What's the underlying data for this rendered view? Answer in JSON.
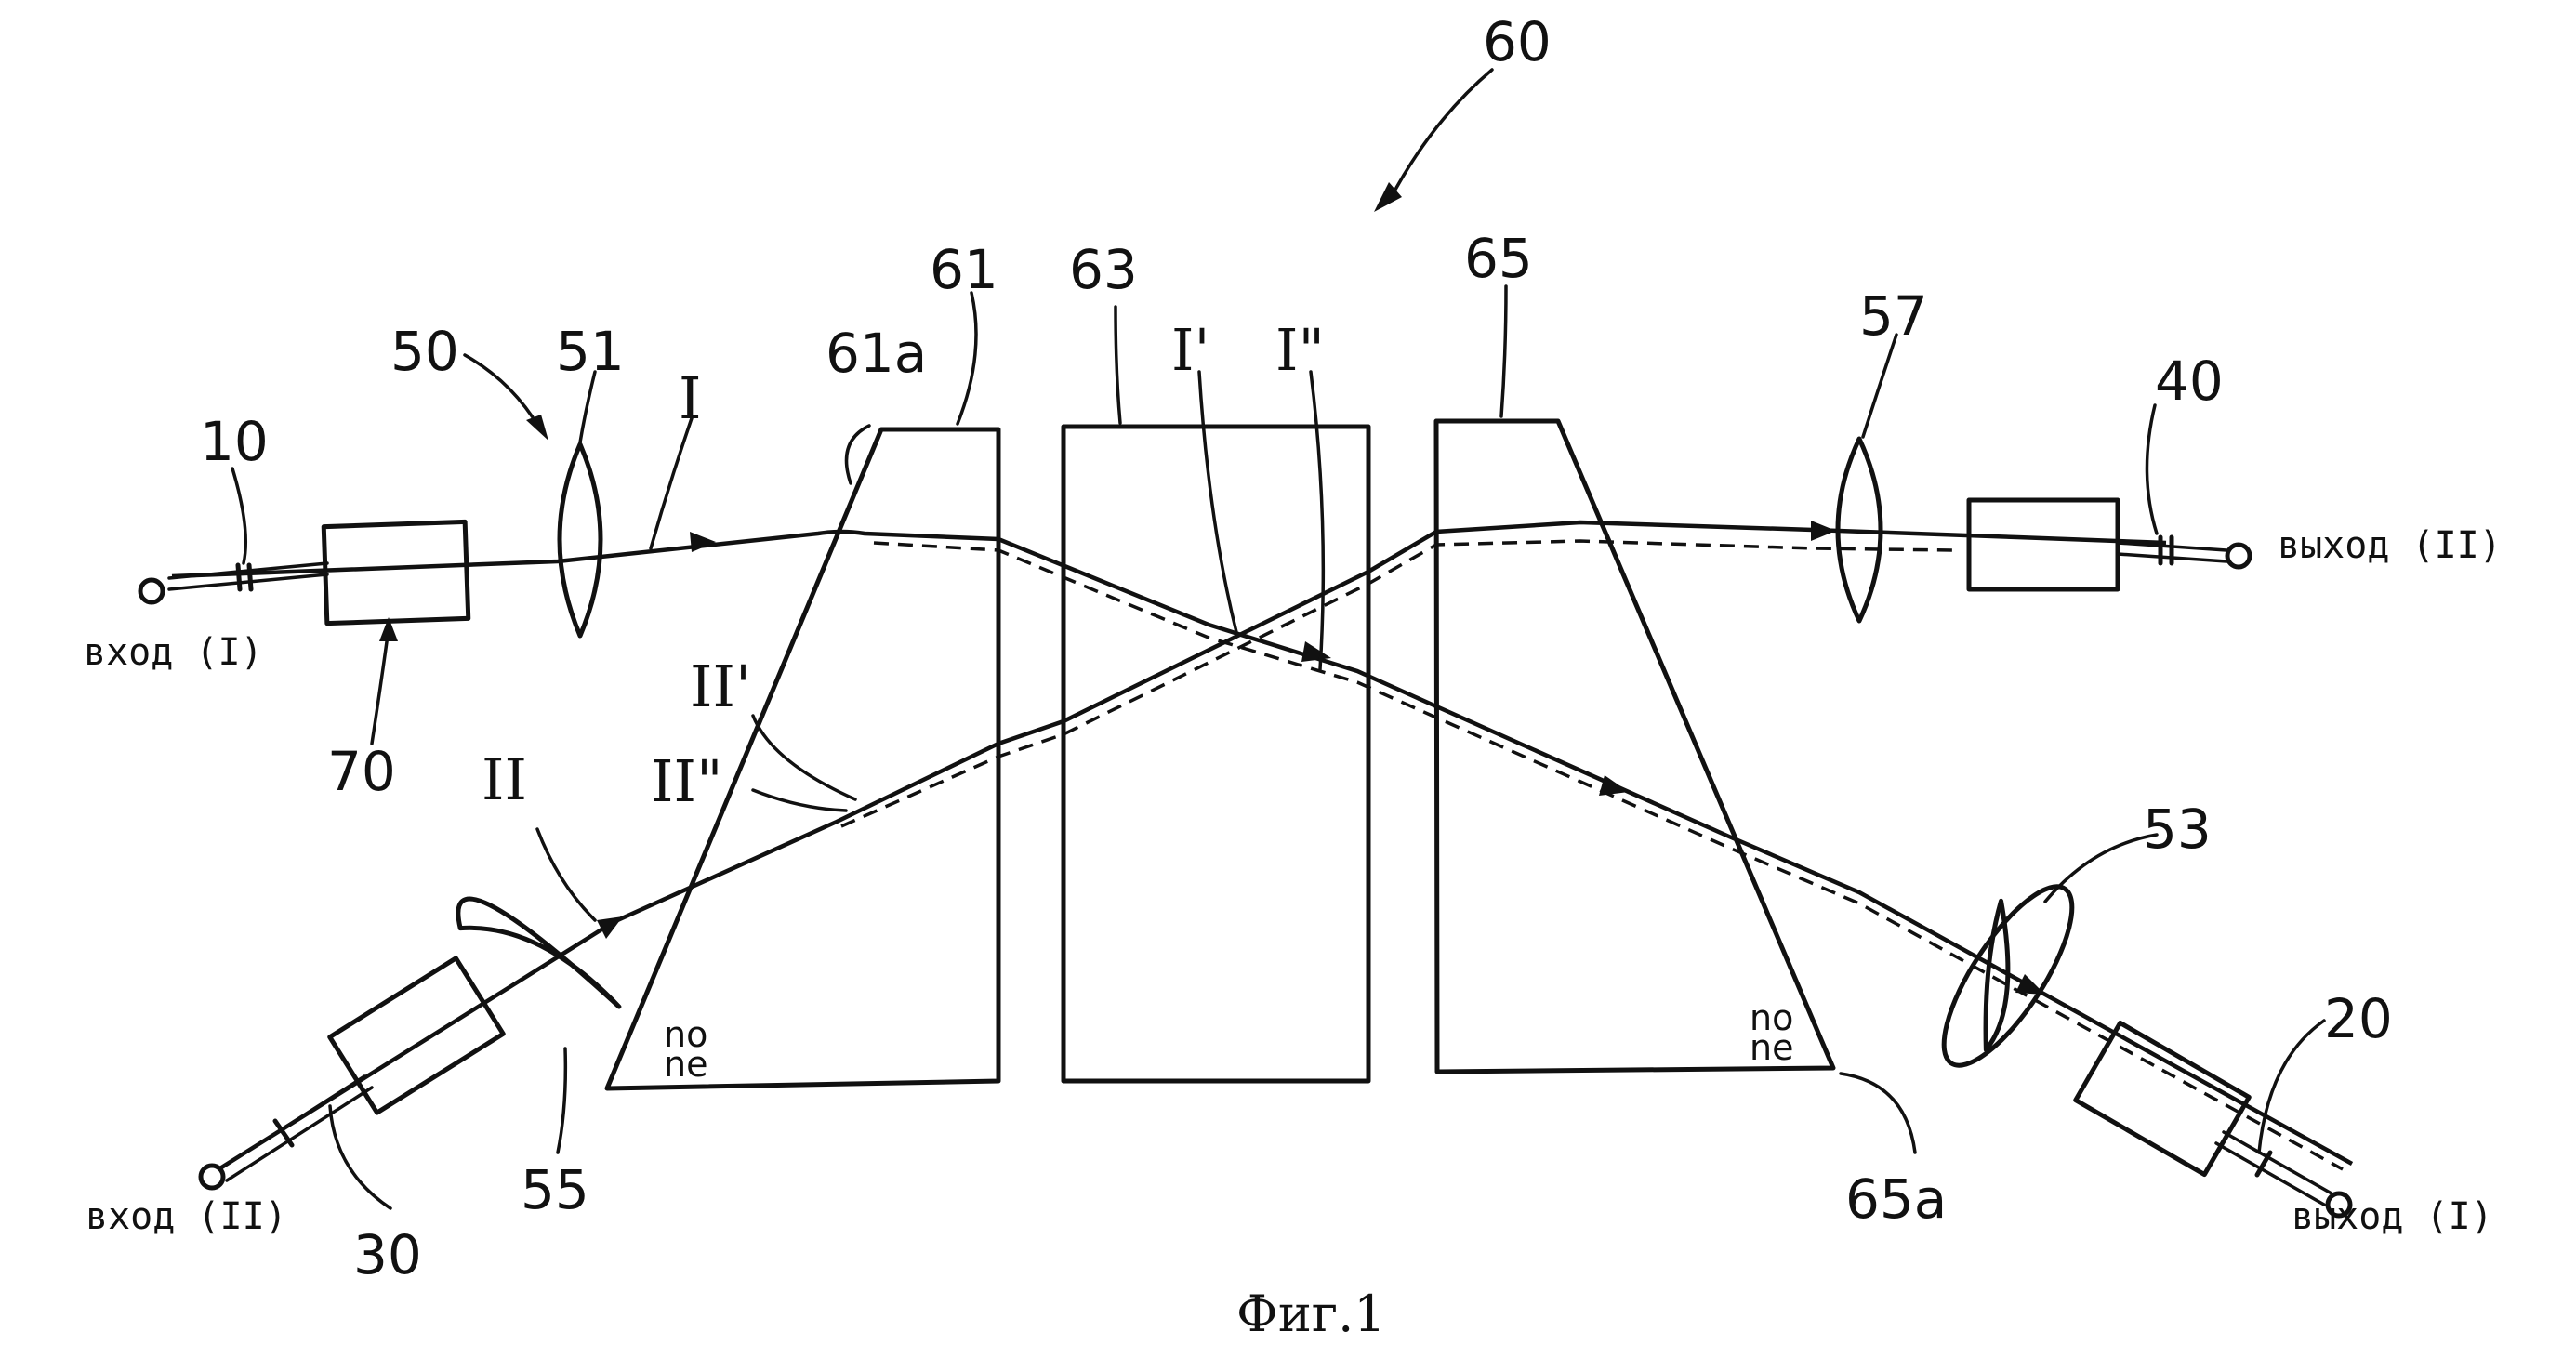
{
  "figure": {
    "caption": "Фиг.1",
    "ref_labels": {
      "device": "60",
      "prism_left": "61",
      "prism_left_face": "61a",
      "plate_center": "63",
      "prism_right": "65",
      "prism_right_face": "65a",
      "lens_group": "50",
      "lens_51": "51",
      "lens_53": "53",
      "lens_55": "55",
      "lens_57": "57",
      "fiber_10": "10",
      "fiber_20": "20",
      "fiber_30": "30",
      "fiber_40": "40",
      "isolator_70": "70"
    },
    "beam_labels": {
      "beam_I": "I",
      "beam_I_prime": "I'",
      "beam_I_double_prime": "I\"",
      "beam_II": "II",
      "beam_II_prime": "II'",
      "beam_II_double_prime": "II\""
    },
    "ports": {
      "input_I": "вход (I)",
      "input_II": "вход (II)",
      "output_I": "выход (I)",
      "output_II": "выход (II)"
    },
    "indices": {
      "left_no": "no",
      "left_ne": "ne",
      "right_no": "no",
      "right_ne": "ne"
    }
  }
}
